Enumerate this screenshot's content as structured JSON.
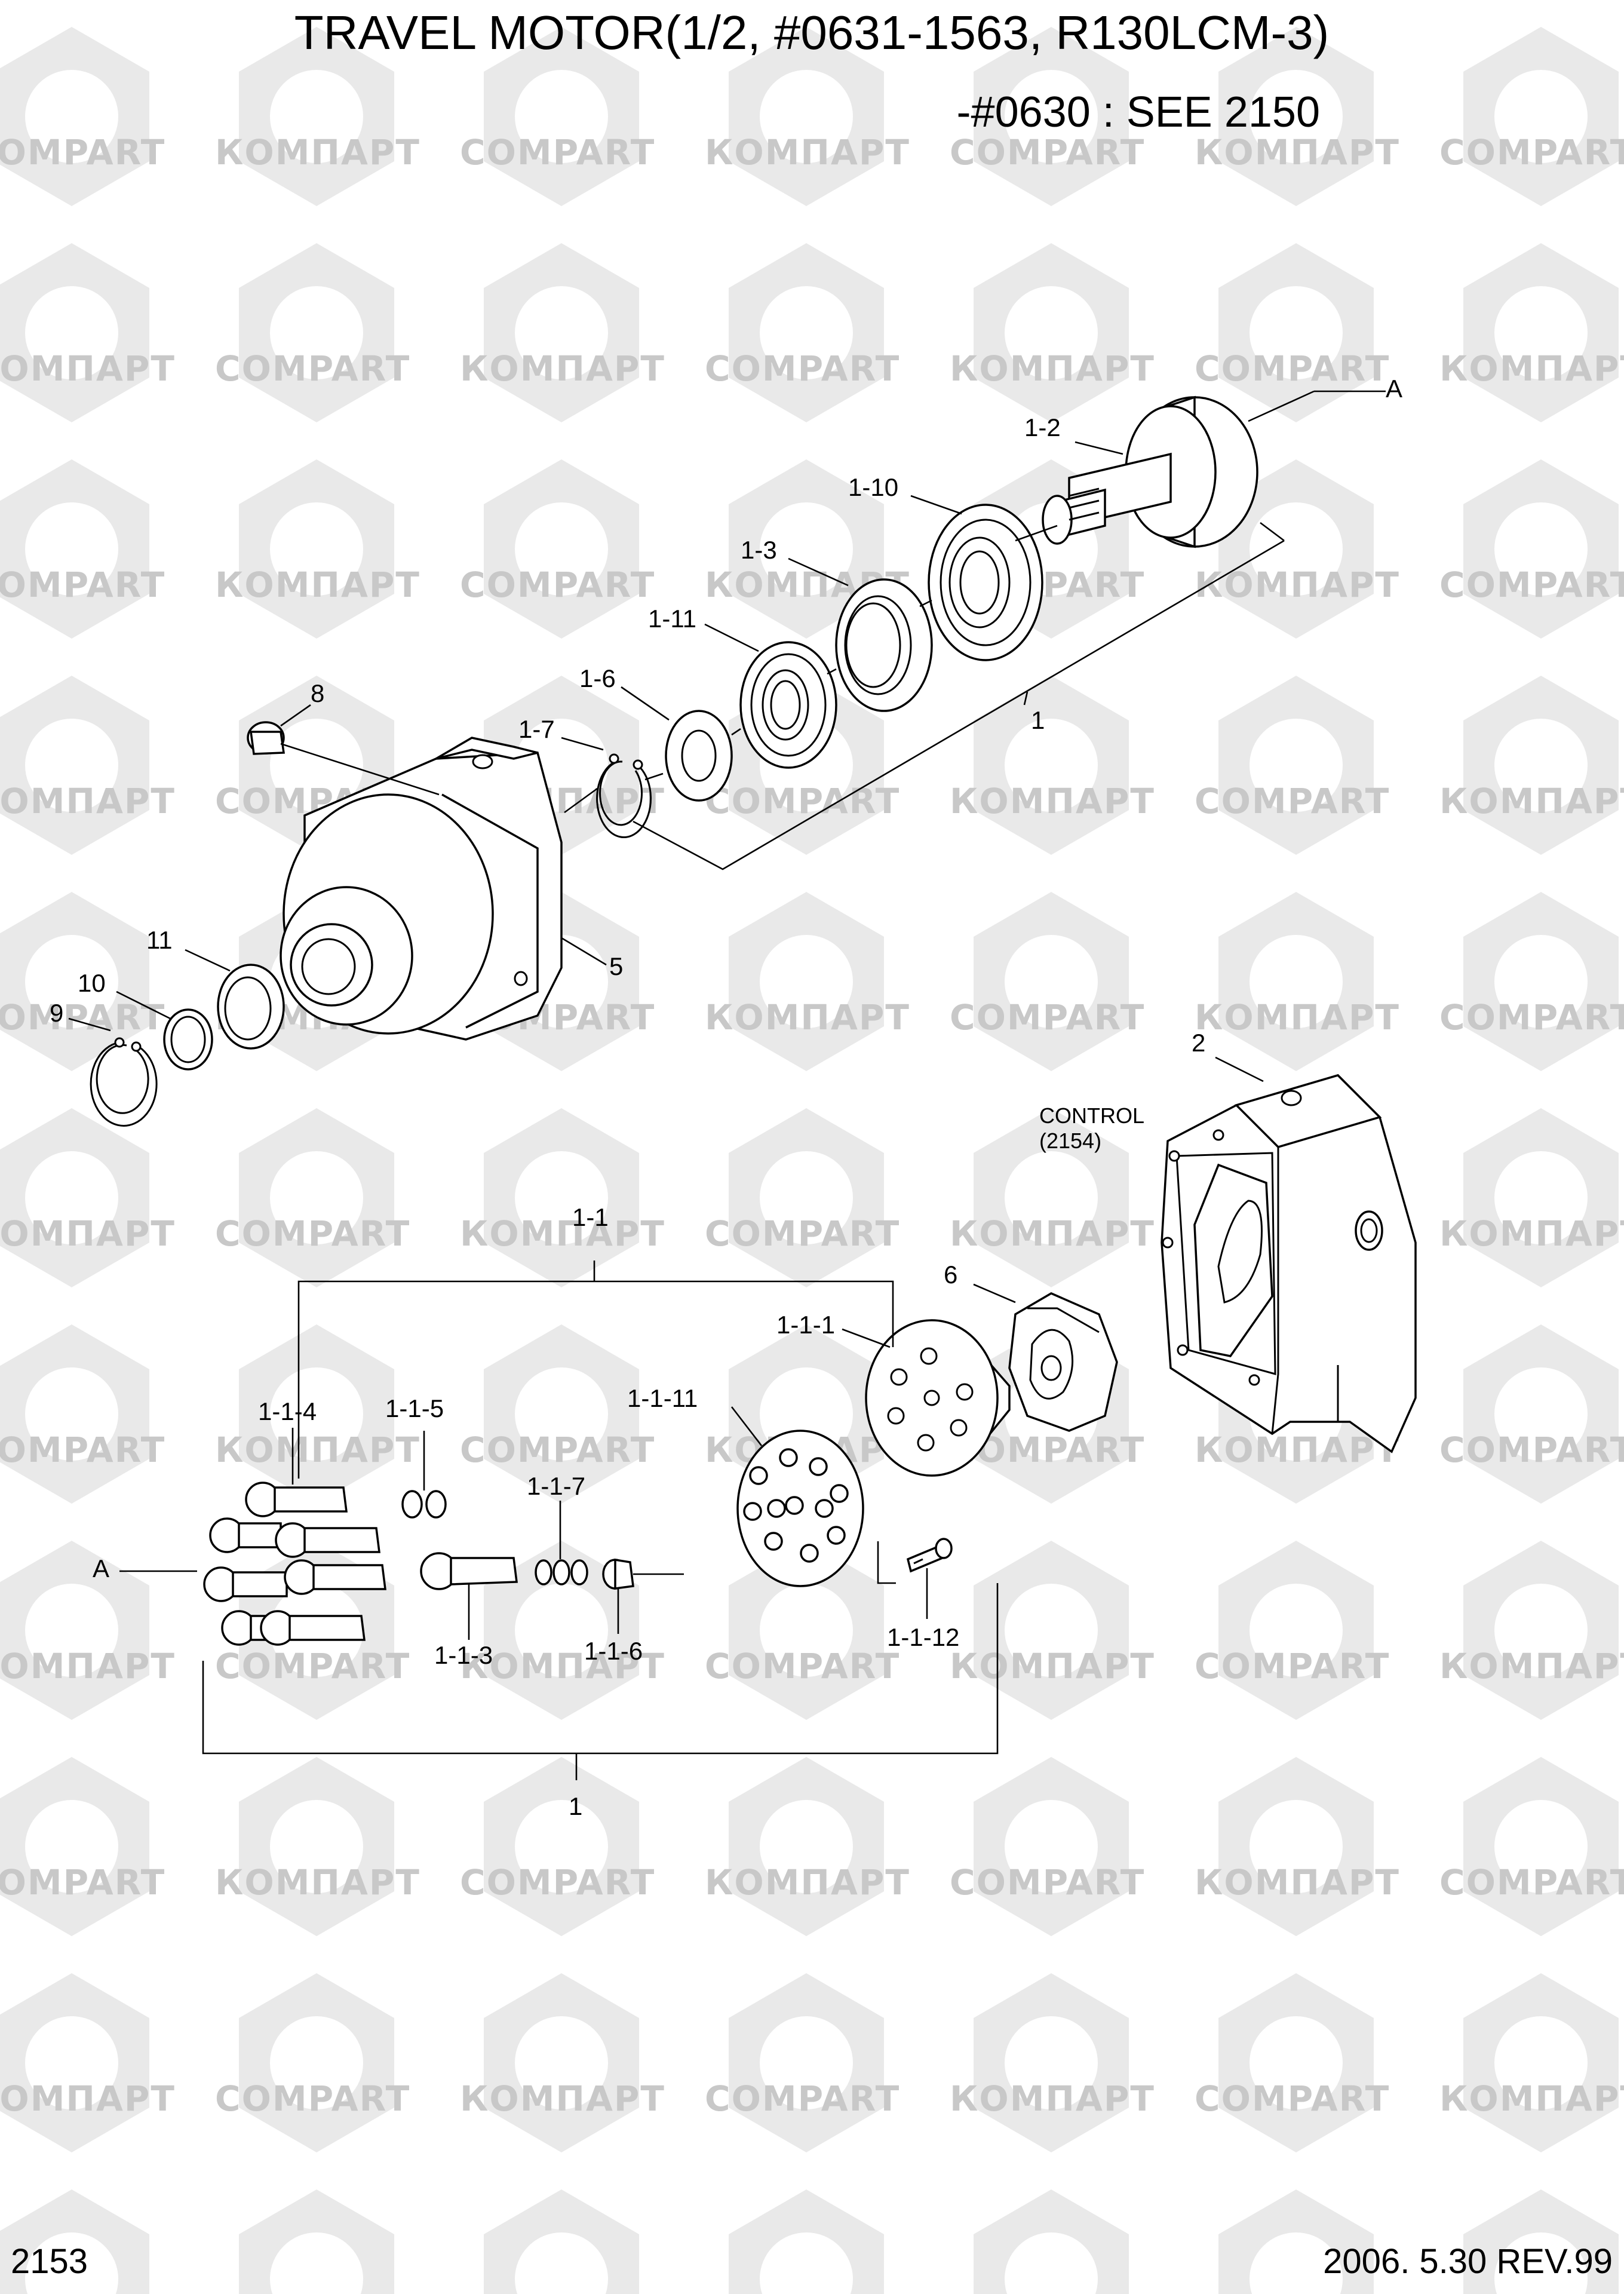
{
  "title": "TRAVEL MOTOR(1/2, #0631-1563, R130LCM-3)",
  "subtitle": "-#0630 : SEE 2150",
  "footer": {
    "page_number": "2153",
    "revision": "2006. 5.30 REV.99"
  },
  "watermark": {
    "brand_latin": "COMPART",
    "brand_cyrillic": "КОМПАРТ"
  },
  "control_note": {
    "line1": "CONTROL",
    "line2": "(2154)"
  },
  "callouts": {
    "top_a": "A",
    "c1_2": "1-2",
    "c1_10": "1-10",
    "c1_3": "1-3",
    "c1_11": "1-11",
    "c1_6": "1-6",
    "c1_7": "1-7",
    "c1_top": "1",
    "c8": "8",
    "c5": "5",
    "c11": "11",
    "c10": "10",
    "c9": "9",
    "c2": "2",
    "c6": "6",
    "c1_1": "1-1",
    "c1_1_1": "1-1-1",
    "c1_1_11": "1-1-11",
    "c1_1_4": "1-1-4",
    "c1_1_5": "1-1-5",
    "c1_1_7": "1-1-7",
    "bottom_a": "A",
    "c1_1_3": "1-1-3",
    "c1_1_6": "1-1-6",
    "c1_1_12": "1-1-12",
    "c1_bottom": "1"
  },
  "colors": {
    "line": "#000000",
    "watermark": "#c8c8c8",
    "background": "#ffffff"
  }
}
